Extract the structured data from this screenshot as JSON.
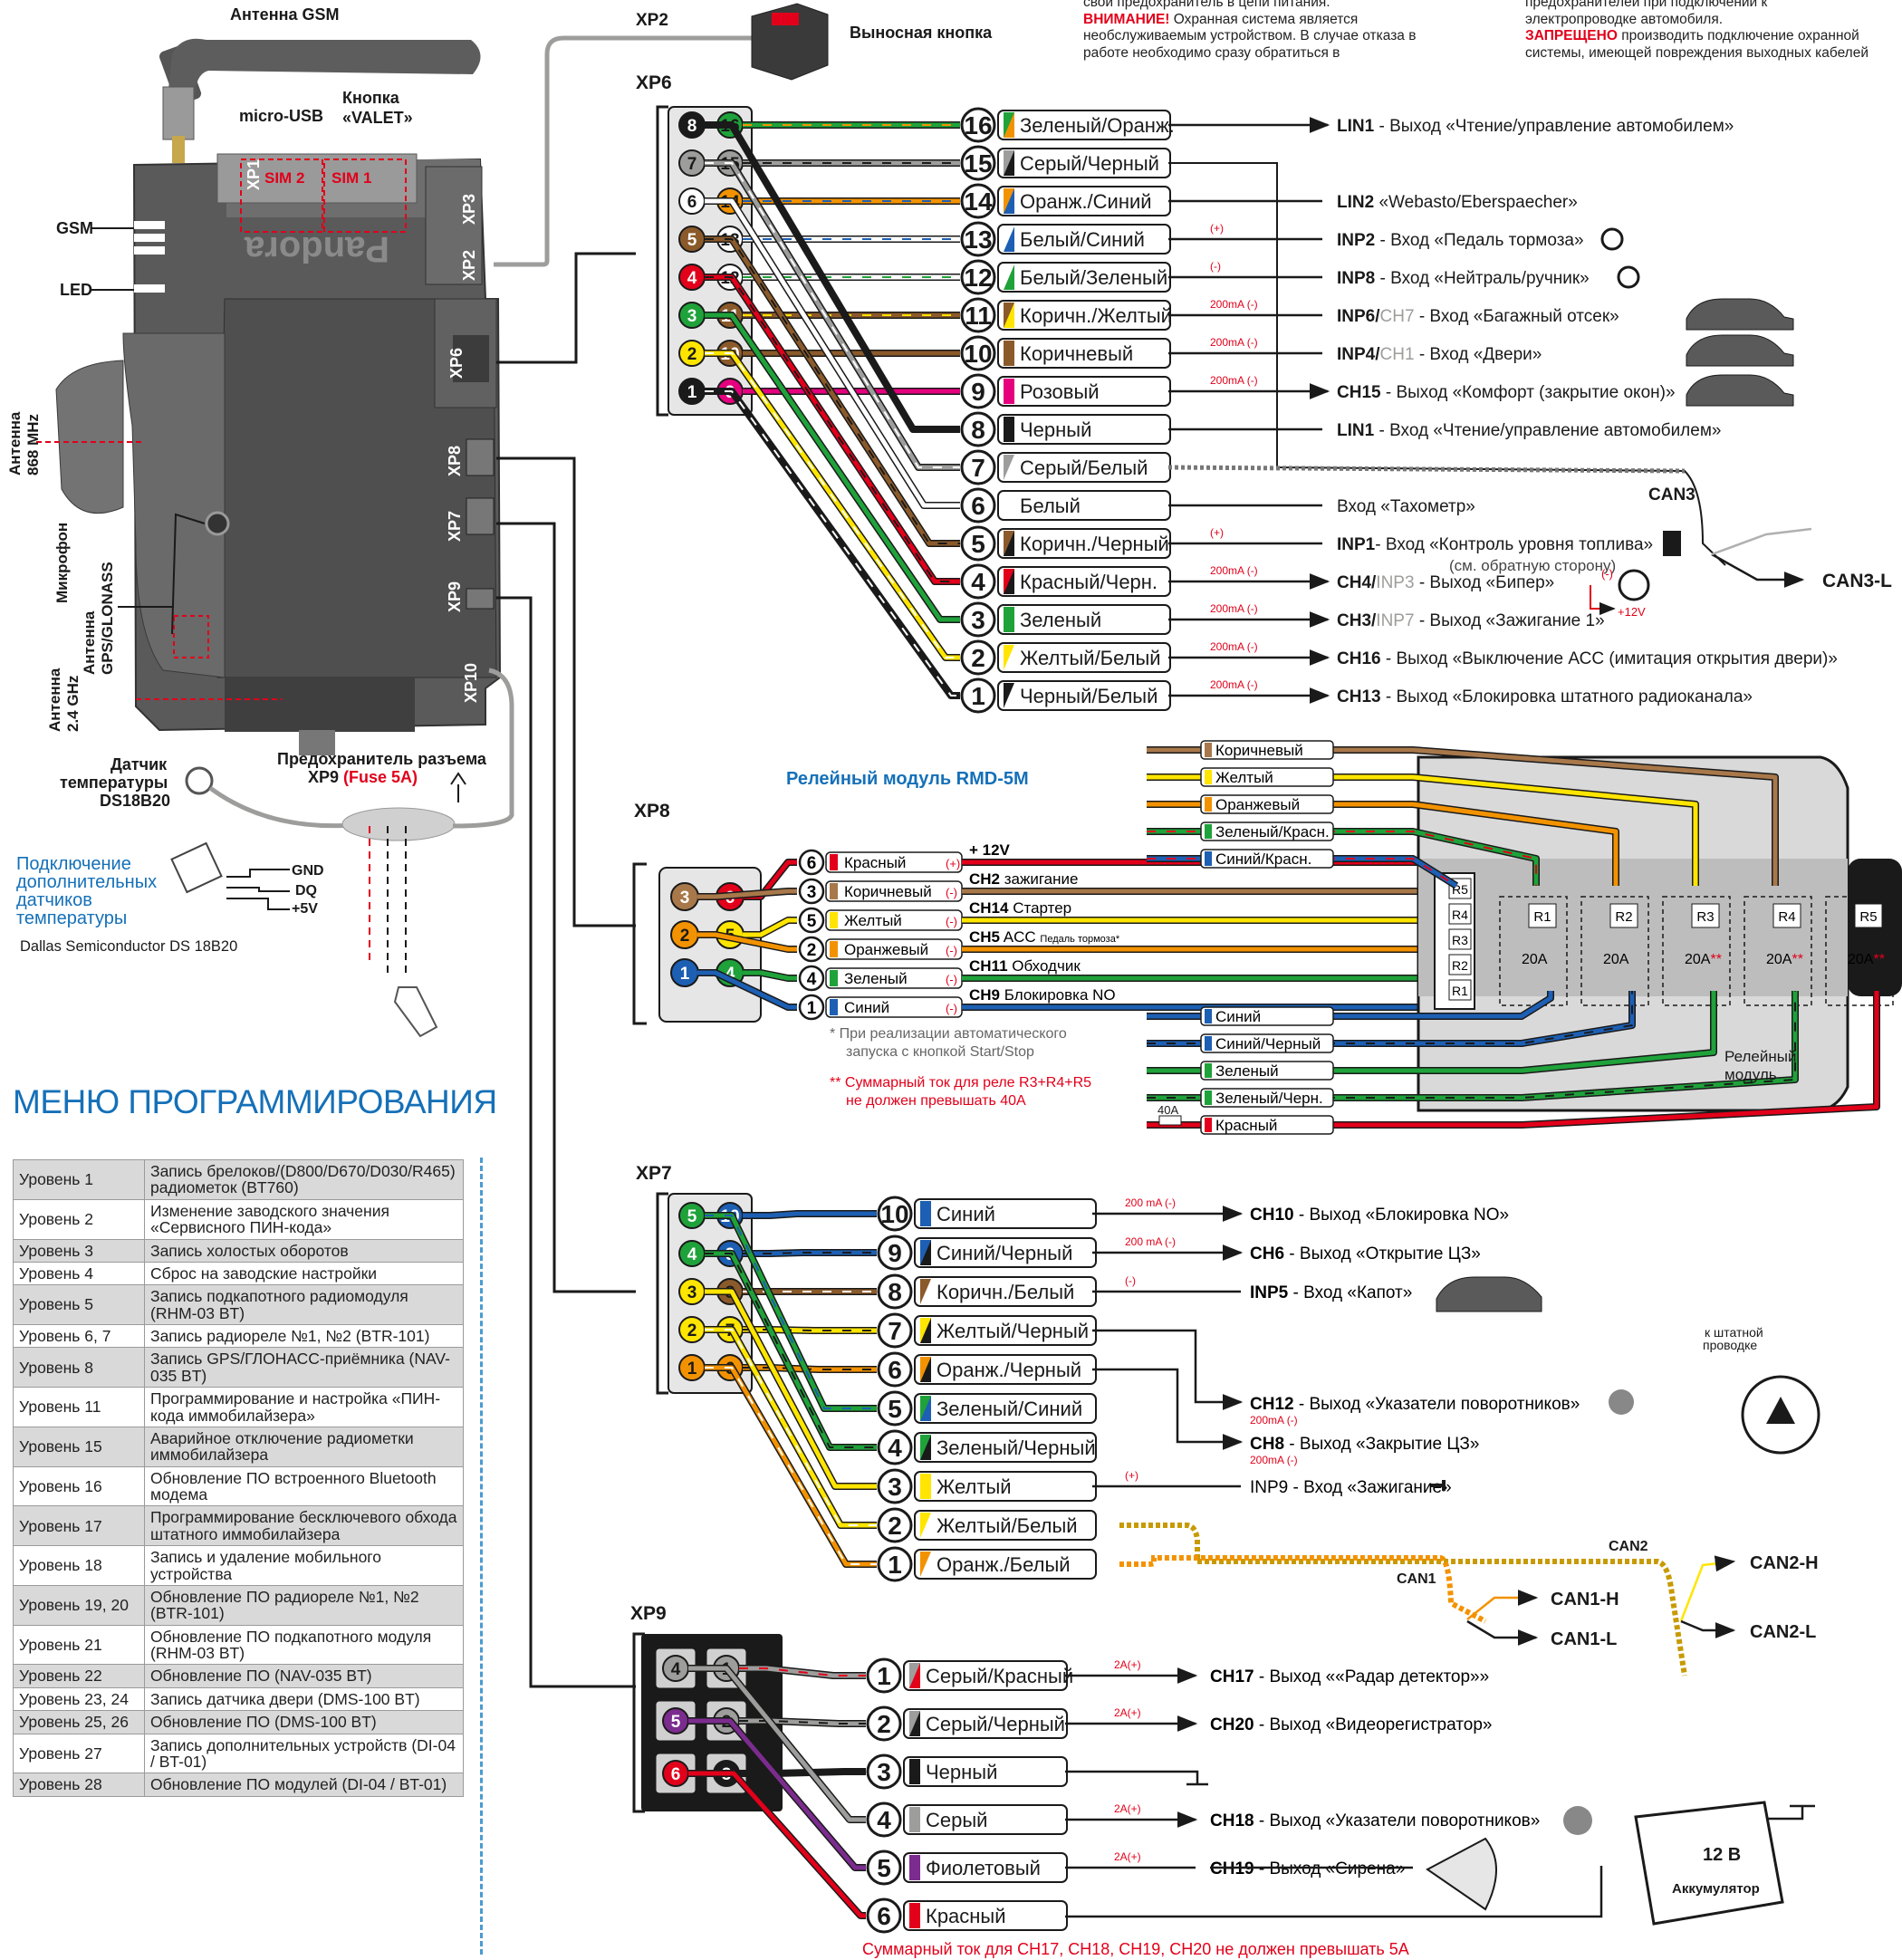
{
  "header": {
    "warn_top": "свой предохранитель в цепи питания.",
    "warn_label": "ВНИМАНИЕ!",
    "warn_l1": " Охранная система является",
    "warn_l2": "необслуживаемым устройством. В случае отказа в",
    "warn_l3": "работе необходимо сразу обратиться в",
    "right_l0": "предохранителей при подключении к",
    "right_l1": "электропроводке автомобиля.",
    "right_label": "ЗАПРЕЩЕНО",
    "right_l2": " производить подключение охранной",
    "right_l3": "системы, имеющей повреждения выходных кабелей"
  },
  "unit": {
    "gsm_antenna": "Антенна GSM",
    "micro_usb": "micro-USB",
    "valet_l1": "Кнопка",
    "valet_l2": "«VALET»",
    "sim2": "SIM 2",
    "sim1": "SIM 1",
    "xp1": "XP1",
    "xp3": "XP3",
    "xp2v": "XP2",
    "xp6v": "XP6",
    "xp8v": "XP8",
    "xp7v": "XP7",
    "xp9v": "XP9",
    "xp10v": "XP10",
    "gsm": "GSM",
    "led": "LED",
    "brand": "Pandora",
    "ant868_l1": "Антенна",
    "ant868_l2": "868 MHz",
    "mic": "Микрофон",
    "gps_l1": "Антенна",
    "gps_l2": "GPS/GLONASS",
    "ant24_l1": "Антенна",
    "ant24_l2": "2.4 GHz",
    "temp_l1": "Датчик",
    "temp_l2": "температуры",
    "temp_l3": "DS18B20",
    "fuse_l1": "Предохранитель разъема",
    "fuse_l2a": "XP9 ",
    "fuse_l2b": "(Fuse 5A)",
    "add_l1": "Подключение",
    "add_l2": "дополнительных",
    "add_l3": "датчиков",
    "add_l4": "температуры",
    "dallas": "Dallas Semiconductor  DS 18B20",
    "gnd": "GND",
    "dq": "DQ",
    "v5": "+5V",
    "remote_btn": "Выносная кнопка",
    "xp2_label": "XP2"
  },
  "xp6": {
    "title": "XP6",
    "pins": [
      {
        "n": "16",
        "color": "Зеленый/Оранж.",
        "c1": "#1fa23a",
        "c2": "#f39200",
        "note": "",
        "desc_b": "LIN1",
        "desc": " - Выход «Чтение/управление автомобилем»",
        "arrow": true
      },
      {
        "n": "15",
        "color": "Серый/Черный",
        "c1": "#9d9d9c",
        "c2": "#1a1a1a",
        "note": "",
        "desc_b": "",
        "desc": "",
        "arrow": false
      },
      {
        "n": "14",
        "color": "Оранж./Синий",
        "c1": "#f39200",
        "c2": "#1d5fb3",
        "note": "",
        "desc_b": "LIN2",
        "desc": " «Webasto/Eberspaecher»",
        "arrow": false
      },
      {
        "n": "13",
        "color": "Белый/Синий",
        "c1": "#ffffff",
        "c2": "#1d5fb3",
        "note": "(+)",
        "desc_b": "INP2",
        "desc": " - Вход «Педаль тормоза»",
        "arrow": false
      },
      {
        "n": "12",
        "color": "Белый/Зеленый",
        "c1": "#ffffff",
        "c2": "#1fa23a",
        "note": "(-)",
        "desc_b": "INP8",
        "desc": " - Вход «Нейтраль/ручник»",
        "arrow": false
      },
      {
        "n": "11",
        "color": "Коричн./Желтый",
        "c1": "#8b5a2b",
        "c2": "#ffe500",
        "note": "200mA (-)",
        "desc_b": "INP6/",
        "desc_g": "CH7",
        "desc": " - Вход «Багажный отсек»",
        "arrow": false
      },
      {
        "n": "10",
        "color": "Коричневый",
        "c1": "#8b5a2b",
        "c2": "#8b5a2b",
        "note": "200mA (-)",
        "desc_b": "INP4/",
        "desc_g": "CH1",
        "desc": " - Вход «Двери»",
        "arrow": false
      },
      {
        "n": "9",
        "color": "Розовый",
        "c1": "#e5007e",
        "c2": "#e5007e",
        "note": "200mA (-)",
        "desc_b": "CH15",
        "desc": " - Выход  «Комфорт (закрытие окон)»",
        "arrow": true
      },
      {
        "n": "8",
        "color": "Черный",
        "c1": "#1a1a1a",
        "c2": "#1a1a1a",
        "note": "",
        "desc_b": "LIN1",
        "desc": " - Вход «Чтение/управление автомобилем»",
        "arrow": false
      },
      {
        "n": "7",
        "color": "Серый/Белый",
        "c1": "#9d9d9c",
        "c2": "#ffffff",
        "note": "",
        "desc_b": "",
        "desc": "",
        "arrow": false
      },
      {
        "n": "6",
        "color": "Белый",
        "c1": "#ffffff",
        "c2": "#ffffff",
        "note": "",
        "desc_b": "",
        "desc": "Вход «Тахометр»",
        "arrow": false
      },
      {
        "n": "5",
        "color": "Коричн./Черный",
        "c1": "#8b5a2b",
        "c2": "#1a1a1a",
        "note": "(+)",
        "desc_b": "INP1",
        "desc": "- Вход «Контроль уровня топлива»",
        "arrow": false
      },
      {
        "n": "4",
        "color": "Красный/Черн.",
        "c1": "#e2001a",
        "c2": "#1a1a1a",
        "note": "200mA (-)",
        "desc_b": "CH4/",
        "desc_g": "INP3",
        "desc": " - Выход «Бипер»",
        "arrow": true
      },
      {
        "n": "3",
        "color": "Зеленый",
        "c1": "#1fa23a",
        "c2": "#1fa23a",
        "note": "200mA (-)",
        "desc_b": "CH3/",
        "desc_g": "INP7",
        "desc": " - Выход  «Зажигание 1»",
        "arrow": true
      },
      {
        "n": "2",
        "color": "Желтый/Белый",
        "c1": "#ffe500",
        "c2": "#ffffff",
        "note": "200mA (-)",
        "desc_b": "CH16",
        "desc": " - Выход  «Выключение АСС (имитация открытия двери)»",
        "arrow": true
      },
      {
        "n": "1",
        "color": "Черный/Белый",
        "c1": "#1a1a1a",
        "c2": "#ffffff",
        "note": "200mA (-)",
        "desc_b": "CH13",
        "desc": " - Выход «Блокировка штатного радиоканала»",
        "arrow": true
      }
    ],
    "fuel_sub": "(см. обратную сторону)",
    "can3": "CAN3",
    "can3l": "CAN3-L",
    "plus12": "+12V",
    "minus": "(-)"
  },
  "xp8": {
    "title": "XP8",
    "relay_title": "Релейный модуль RMD-5M",
    "pins": [
      {
        "n": "6",
        "color": "Красный",
        "c1": "#e2001a",
        "note": "(+)",
        "desc_b": "+ 12V",
        "desc": ""
      },
      {
        "n": "3",
        "color": "Коричневый",
        "c1": "#a8784a",
        "note": "(-)",
        "desc_b": "CH2",
        "desc": " зажигание"
      },
      {
        "n": "5",
        "color": "Желтый",
        "c1": "#ffe500",
        "note": "(-)",
        "desc_b": "CH14",
        "desc": " Стартер"
      },
      {
        "n": "2",
        "color": "Оранжевый",
        "c1": "#f39200",
        "note": "(-)",
        "desc_b": "CH5",
        "desc": " ACC "
      },
      {
        "n": "4",
        "color": "Зеленый",
        "c1": "#1fa23a",
        "note": "(-)",
        "desc_b": "CH11",
        "desc": " Обходчик"
      },
      {
        "n": "1",
        "color": "Синий",
        "c1": "#1d5fb3",
        "note": "(-)",
        "desc_b": "CH9",
        "desc": " Блокировка NO"
      }
    ],
    "ch5_small": "Педаль тормоза*",
    "note1_l1": "*  При реализации автоматического",
    "note1_l2": "запуска с кнопкой Start/Stop",
    "note2_l1": "** Суммарный ток для реле R3+R4+R5",
    "note2_l2": "не должен превышать 40А",
    "relay_top": [
      {
        "label": "Коричневый",
        "c1": "#a8784a",
        "c2": "#a8784a"
      },
      {
        "label": "Желтый",
        "c1": "#ffe500",
        "c2": "#ffe500"
      },
      {
        "label": "Оранжевый",
        "c1": "#f39200",
        "c2": "#f39200"
      },
      {
        "label": "Зеленый/Красн.",
        "c1": "#1fa23a",
        "c2": "#e2001a"
      },
      {
        "label": "Синий/Красн.",
        "c1": "#1d5fb3",
        "c2": "#e2001a"
      }
    ],
    "relay_bottom": [
      {
        "label": "Синий",
        "c1": "#1d5fb3",
        "c2": "#1d5fb3"
      },
      {
        "label": "Синий/Черный",
        "c1": "#1d5fb3",
        "c2": "#1a1a1a"
      },
      {
        "label": "Зеленый",
        "c1": "#1fa23a",
        "c2": "#1fa23a"
      },
      {
        "label": "Зеленый/Черн.",
        "c1": "#1fa23a",
        "c2": "#1a1a1a"
      },
      {
        "label": "Красный",
        "c1": "#e2001a",
        "c2": "#e2001a"
      }
    ],
    "fuse40": "40A",
    "relays": [
      "R1",
      "R2",
      "R3",
      "R4",
      "R5"
    ],
    "amps": [
      "20A",
      "20A",
      "20A",
      "20A",
      "20A"
    ],
    "star": "**",
    "rlabels": [
      "R5",
      "R4",
      "R3",
      "R2",
      "R1"
    ],
    "module_l1": "Релейный",
    "module_l2": "модуль"
  },
  "xp7": {
    "title": "XP7",
    "pins": [
      {
        "n": "10",
        "color": "Синий",
        "c1": "#1d5fb3",
        "c2": "#1d5fb3",
        "note": "200 mA (-)",
        "desc_b": "CH10",
        "desc": " - Выход  «Блокировка NO»",
        "arrow": true
      },
      {
        "n": "9",
        "color": "Синий/Черный",
        "c1": "#1d5fb3",
        "c2": "#1a1a1a",
        "note": "200 mA (-)",
        "desc_b": "CH6",
        "desc": " - Выход  «Открытие ЦЗ»",
        "arrow": true
      },
      {
        "n": "8",
        "color": "Коричн./Белый",
        "c1": "#8b5a2b",
        "c2": "#ffffff",
        "note": "(-)",
        "desc_b": "INP5",
        "desc": " - Вход  «Капот»",
        "arrow": false
      },
      {
        "n": "7",
        "color": "Желтый/Черный",
        "c1": "#ffe500",
        "c2": "#1a1a1a",
        "note": "",
        "desc_b": "",
        "desc": "",
        "arrow": false
      },
      {
        "n": "6",
        "color": "Оранж./Черный",
        "c1": "#f39200",
        "c2": "#1a1a1a",
        "note": "",
        "desc_b": "",
        "desc": "",
        "arrow": false
      },
      {
        "n": "5",
        "color": "Зеленый/Синий",
        "c1": "#1fa23a",
        "c2": "#1d5fb3",
        "note": "",
        "desc_b": "",
        "desc": "",
        "arrow": false
      },
      {
        "n": "4",
        "color": "Зеленый/Черный",
        "c1": "#1fa23a",
        "c2": "#1a1a1a",
        "note": "",
        "desc_b": "",
        "desc": "",
        "arrow": false
      },
      {
        "n": "3",
        "color": "Желтый",
        "c1": "#ffe500",
        "c2": "#ffe500",
        "note": "(+)",
        "desc_b": "",
        "desc": "INP9 - Вход «Зажигание»",
        "arrow": false
      },
      {
        "n": "2",
        "color": "Желтый/Белый",
        "c1": "#ffe500",
        "c2": "#ffffff",
        "note": "",
        "desc_b": "",
        "desc": "",
        "arrow": false
      },
      {
        "n": "1",
        "color": "Оранж./Белый",
        "c1": "#f39200",
        "c2": "#ffffff",
        "note": "",
        "desc_b": "",
        "desc": "",
        "arrow": false
      }
    ],
    "ch12_b": "CH12",
    "ch12": " - Выход  «Указатели поворотников»",
    "ch12_note": "200mA (-)",
    "ch8_b": "CH8",
    "ch8": " - Выход  «Закрытие ЦЗ»",
    "ch8_note": "200mA (-)",
    "can1": "CAN1",
    "can2": "CAN2",
    "can1h": "CAN1-H",
    "can1l": "CAN1-L",
    "can2h": "CAN2-H",
    "can2l": "CAN2-L",
    "to_wiring_l1": "к штатной",
    "to_wiring_l2": "проводке"
  },
  "xp9": {
    "title": "XP9",
    "pins": [
      {
        "n": "1",
        "color": "Серый/Красный",
        "c1": "#9d9d9c",
        "c2": "#e2001a",
        "note": "2A(+)",
        "desc_b": "CH17",
        "desc": " - Выход ««Радар детектор»»",
        "arrow": true
      },
      {
        "n": "2",
        "color": "Серый/Черный",
        "c1": "#9d9d9c",
        "c2": "#1a1a1a",
        "note": "2A(+)",
        "desc_b": "CH20",
        "desc": " - Выход «Видеорегистратор»",
        "arrow": true
      },
      {
        "n": "3",
        "color": "Черный",
        "c1": "#1a1a1a",
        "c2": "#1a1a1a",
        "note": "",
        "desc_b": "",
        "desc": "",
        "arrow": false
      },
      {
        "n": "4",
        "color": "Серый",
        "c1": "#9d9d9c",
        "c2": "#9d9d9c",
        "note": "2A(+)",
        "desc_b": "CH18",
        "desc": " - Выход  «Указатели поворотников»",
        "arrow": true
      },
      {
        "n": "5",
        "color": "Фиолетовый",
        "c1": "#7b2c8e",
        "c2": "#7b2c8e",
        "note": "2A(+)",
        "desc_b": "CH19",
        "desc": " - Выход «Сирена»",
        "arrow": false
      },
      {
        "n": "6",
        "color": "Красный",
        "c1": "#e2001a",
        "c2": "#e2001a",
        "note": "",
        "desc_b": "",
        "desc": "",
        "arrow": false
      }
    ],
    "battery_l1": "12 В",
    "battery_l2": "Аккумулятор",
    "footer": "Суммарный ток для CH17, CH18, CH19, CH20 не должен превышать 5А"
  },
  "menu": {
    "title": "МЕНЮ ПРОГРАММИРОВАНИЯ",
    "rows": [
      {
        "level": "Уровень 1",
        "text": "Запись брелоков/(D800/D670/D030/R465) радиометок (BT760)"
      },
      {
        "level": "Уровень 2",
        "text": "Изменение заводского значения «Сервисного ПИН-кода»"
      },
      {
        "level": "Уровень 3",
        "text": "Запись холостых оборотов"
      },
      {
        "level": "Уровень 4",
        "text": "Сброс на заводские настройки"
      },
      {
        "level": "Уровень 5",
        "text": "Запись подкапотного радиомодуля (RHM-03 BT)"
      },
      {
        "level": "Уровень 6, 7",
        "text": "Запись радиореле №1, №2 (BTR-101)"
      },
      {
        "level": "Уровень 8",
        "text": "Запись GPS/ГЛОНАСС-приёмника (NAV-035 BT)"
      },
      {
        "level": "Уровень 11",
        "text": "Программирование и настройка «ПИН-кода иммобилайзера»"
      },
      {
        "level": "Уровень 15",
        "text": "Аварийное отключение радиометки иммобилайзера"
      },
      {
        "level": "Уровень 16",
        "text": "Обновление ПО встроенного Bluetooth модема"
      },
      {
        "level": "Уровень 17",
        "text": "Программирование бесключевого обхода штатного иммобилайзера"
      },
      {
        "level": "Уровень 18",
        "text": "Запись и удаление мобильного устройства"
      },
      {
        "level": "Уровень 19, 20",
        "text": "Обновление ПО радиореле №1, №2 (BTR-101)"
      },
      {
        "level": "Уровень 21",
        "text": "Обновление ПО подкапотного модуля (RHM-03 BT)"
      },
      {
        "level": "Уровень 22",
        "text": "Обновление ПО (NAV-035 BT)"
      },
      {
        "level": "Уровень  23, 24",
        "text": "Запись датчика двери (DMS-100 BT)"
      },
      {
        "level": "Уровень 25, 26",
        "text": "Обновление ПО (DMS-100 BT)"
      },
      {
        "level": "Уровень 27",
        "text": "Запись дополнительных устройств (DI-04 / BT-01)"
      },
      {
        "level": "Уровень 28",
        "text": "Обновление ПО модулей (DI-04 / BT-01)"
      }
    ]
  }
}
